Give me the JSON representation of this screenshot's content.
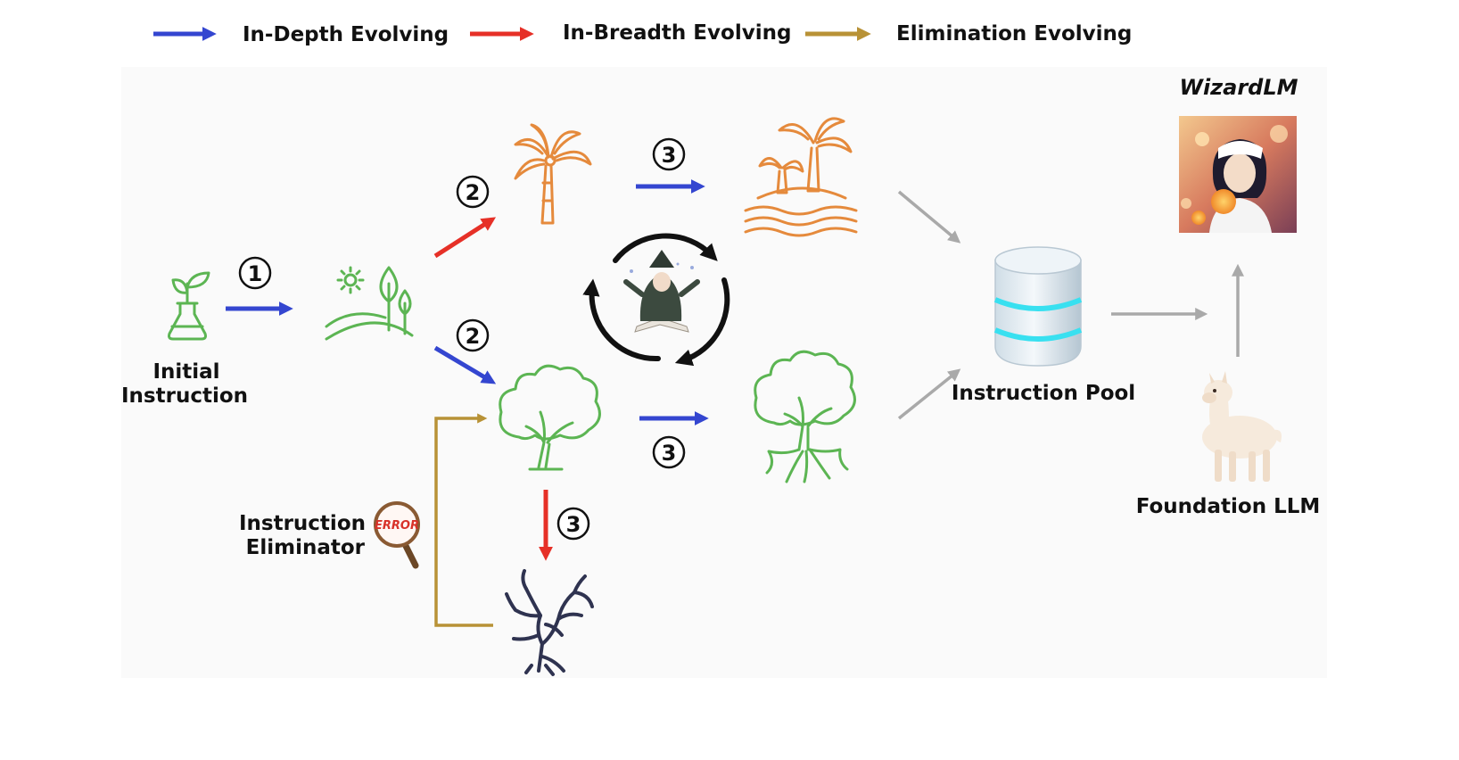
{
  "legend": {
    "items": [
      {
        "label": "In-Depth Evolving",
        "color": "#3446d0"
      },
      {
        "label": "In-Breadth Evolving",
        "color": "#e63027"
      },
      {
        "label": "Elimination Evolving",
        "color": "#b89236"
      }
    ]
  },
  "labels": {
    "initial_line1": "Initial",
    "initial_line2": "Instruction",
    "eliminator_line1": "Instruction",
    "eliminator_line2": "Eliminator",
    "pool": "Instruction Pool",
    "foundation": "Foundation LLM",
    "wizard": "WizardLM",
    "error_badge": "ERROR"
  },
  "steps": {
    "one": "1",
    "two_top": "2",
    "two_bottom": "2",
    "three_top": "3",
    "three_mid": "3",
    "three_down": "3"
  },
  "colors": {
    "depth": "#3446d0",
    "breadth": "#e63027",
    "elimination": "#b89236",
    "flow": "#a9a9a9",
    "green_icon": "#5cb553",
    "orange_icon": "#e58a3c",
    "dead_tree": "#2f3350"
  },
  "icons": [
    "sprout-flask-icon",
    "landscape-sun-icon",
    "palm-tree-icon",
    "island-icon",
    "tree-icon",
    "rooted-tree-icon",
    "dead-tree-icon",
    "cycle-arrows-icon",
    "wizard-avatar-icon",
    "database-icon",
    "alpaca-icon",
    "wizardlm-portrait-icon",
    "magnifier-error-icon"
  ]
}
